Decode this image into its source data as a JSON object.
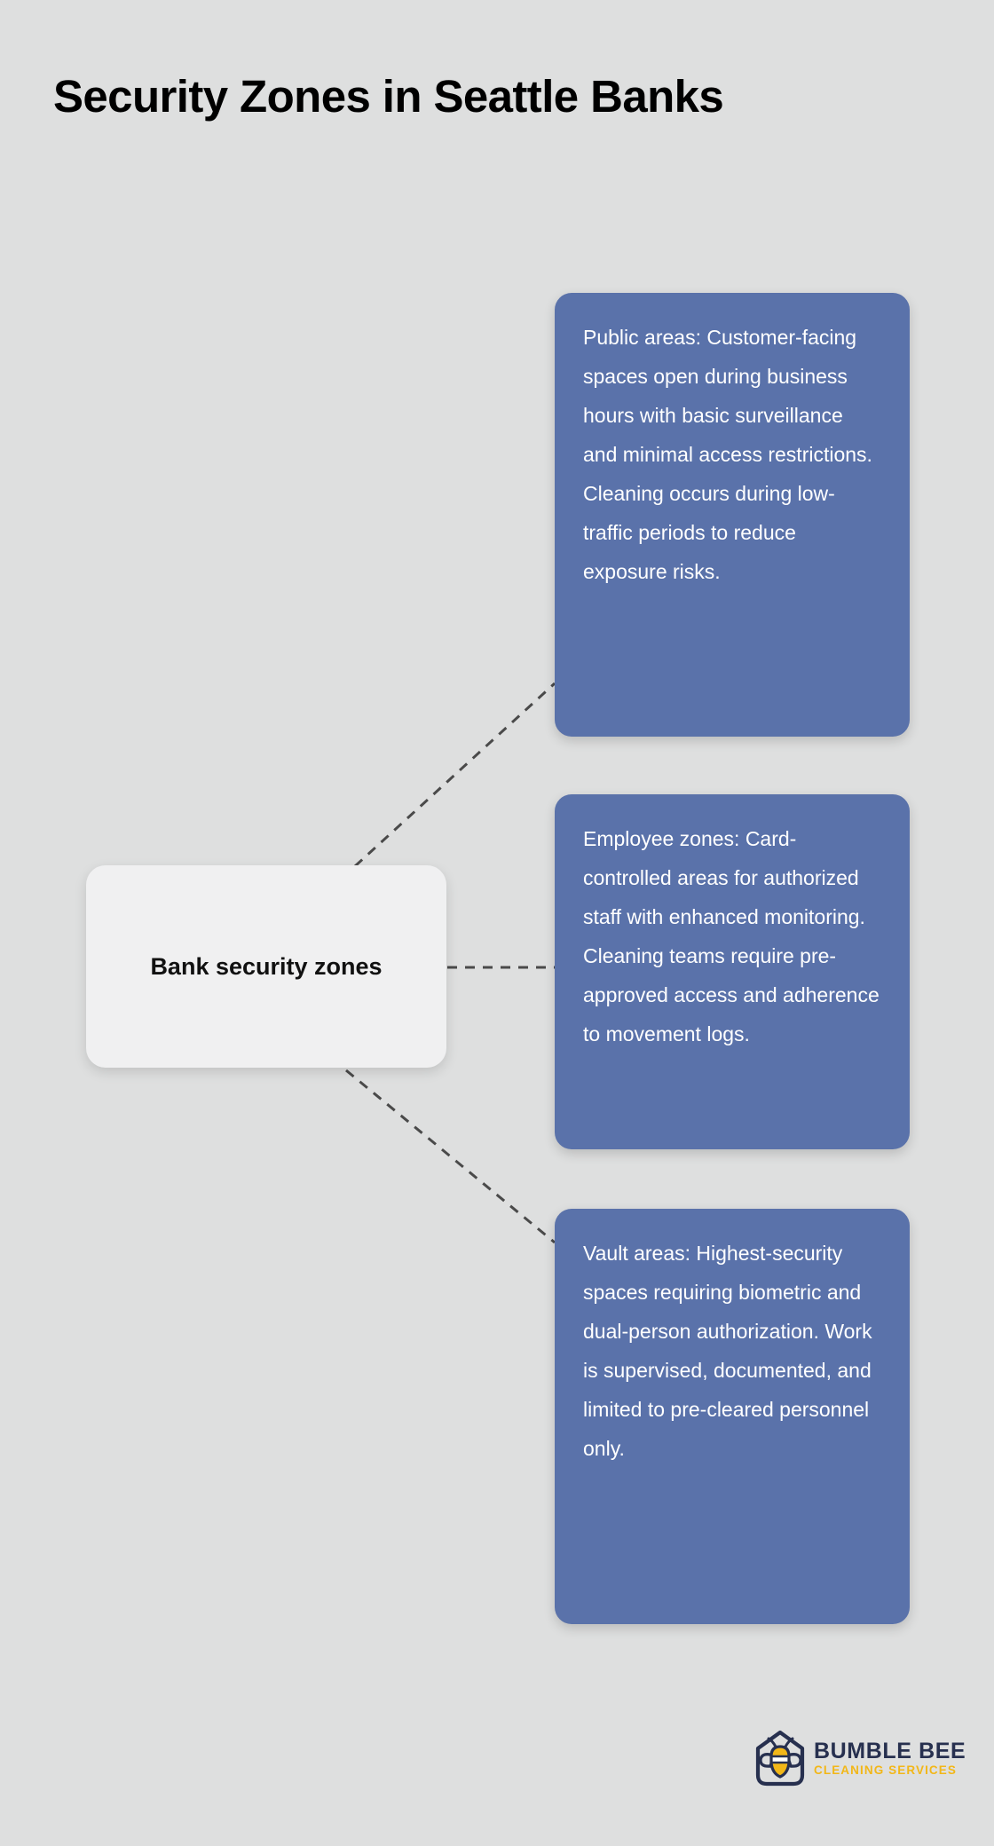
{
  "page": {
    "title": "Security Zones in Seattle Banks",
    "background_color": "#dedfdf"
  },
  "diagram": {
    "type": "mind-map",
    "root": {
      "label": "Bank security zones",
      "background_color": "#f0f0f1",
      "text_color": "#111111"
    },
    "connector": {
      "style": "dashed",
      "color": "#4a4a4a",
      "width": 3
    },
    "branches": [
      {
        "id": "public-areas",
        "text": "Public areas: Customer-facing spaces open during business hours with basic surveillance and minimal access restrictions. Cleaning occurs during low-traffic periods to reduce exposure risks.",
        "background_color": "#5a72aa",
        "text_color": "#ffffff"
      },
      {
        "id": "employee-zones",
        "text": "Employee zones: Card-controlled areas for authorized staff with enhanced monitoring. Cleaning teams require pre-approved access and adherence to movement logs.",
        "background_color": "#5a72aa",
        "text_color": "#ffffff"
      },
      {
        "id": "vault-areas",
        "text": "Vault areas: Highest-security spaces requiring biometric and dual-person authorization. Work is supervised, documented, and limited to pre-cleared personnel only.",
        "background_color": "#5a72aa",
        "text_color": "#ffffff"
      }
    ]
  },
  "logo": {
    "icon": "bee-house-icon",
    "title": "BUMBLE BEE",
    "subtitle": "CLEANING SERVICES",
    "title_color": "#27304f",
    "subtitle_color": "#f2b718"
  }
}
